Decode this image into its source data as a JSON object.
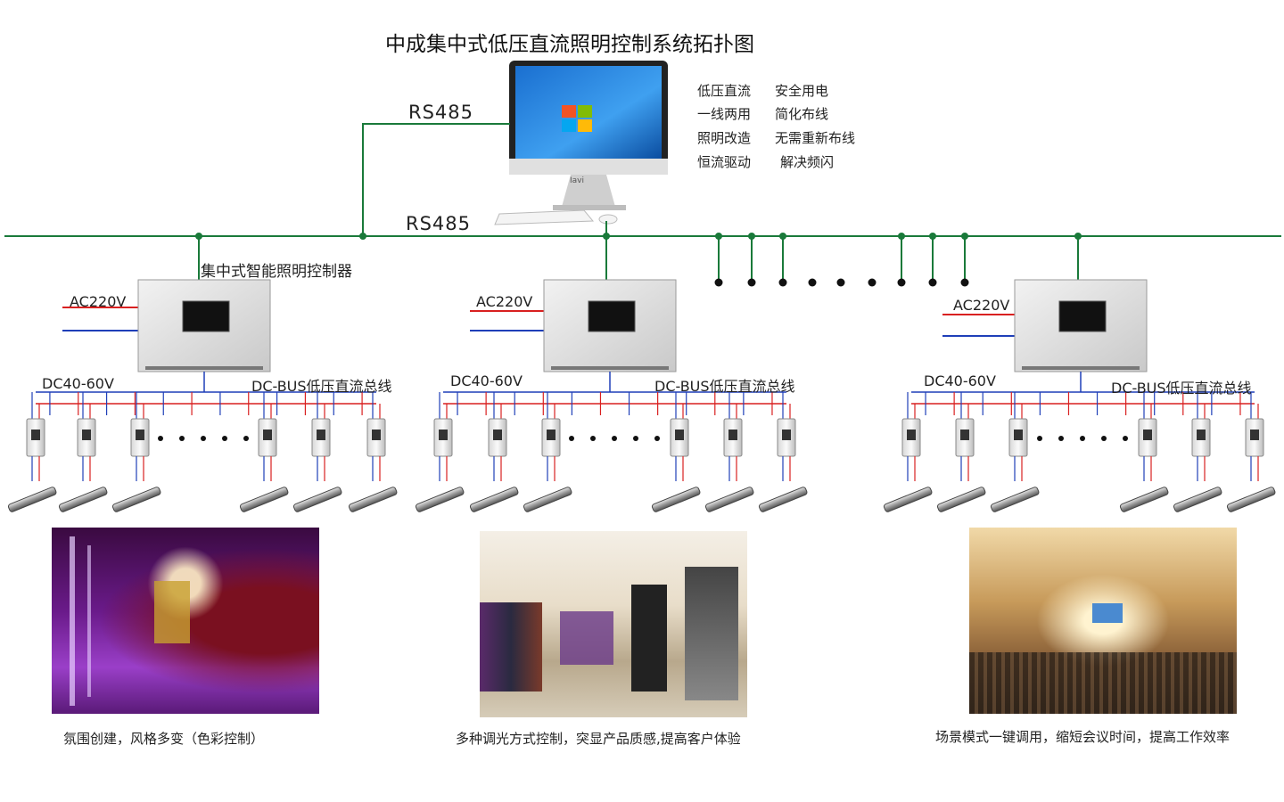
{
  "title": "中成集中式低压直流照明控制系统拓扑图",
  "bus": {
    "top_label": "RS485",
    "main_label": "RS485"
  },
  "monitor_brand": "Iavi",
  "features": [
    {
      "left": "低压直流",
      "right": "安全用电"
    },
    {
      "left": "一线两用",
      "right": "简化布线"
    },
    {
      "left": "照明改造",
      "right": "无需重新布线"
    },
    {
      "left": "恒流驱动",
      "right": "解决频闪"
    }
  ],
  "controller_title": "集中式智能照明控制器",
  "units": [
    {
      "ac_label": "AC220V",
      "dc_label": "DC40-60V",
      "bus_label": "DC-BUS低压直流总线",
      "caption": "氛围创建，风格多变（色彩控制）"
    },
    {
      "ac_label": "AC220V",
      "dc_label": "DC40-60V",
      "bus_label": "DC-BUS低压直流总线",
      "caption": "多种调光方式控制，突显产品质感,提高客户体验"
    },
    {
      "ac_label": "AC220V",
      "dc_label": "DC40-60V",
      "bus_label": "DC-BUS低压直流总线",
      "caption": "场景模式一键调用，缩短会议时间，提高工作效率"
    }
  ],
  "colors": {
    "bus": "#1a7a3a",
    "ac_red": "#d92020",
    "ac_blue": "#1f3fb8",
    "dot": "#111111"
  }
}
